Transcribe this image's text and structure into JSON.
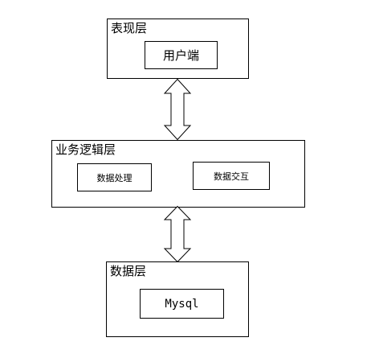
{
  "diagram": {
    "presentation_layer": {
      "title": "表现层",
      "components": [
        "用户端"
      ]
    },
    "business_layer": {
      "title": "业务逻辑层",
      "components": [
        "数据处理",
        "数据交互"
      ]
    },
    "data_layer": {
      "title": "数据层",
      "components": [
        "Mysql"
      ]
    },
    "connectors": [
      {
        "from": "表现层",
        "to": "业务逻辑层",
        "style": "double-arrow"
      },
      {
        "from": "业务逻辑层",
        "to": "数据层",
        "style": "double-arrow"
      }
    ]
  }
}
